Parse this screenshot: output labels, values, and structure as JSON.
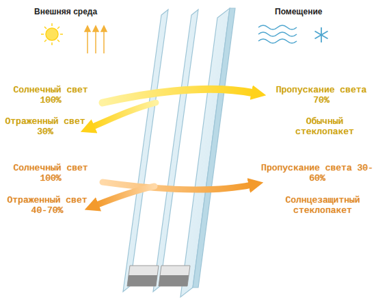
{
  "diagram": {
    "labels": [
      "Внешняя среда",
      "Помещение",
      "Солнечный свет 100%",
      "Отраженный свет 30%",
      "Пропускание света 70%",
      "Обычный стеклопакет",
      "Солнечный свет 100%",
      "Отраженный свет 40-70%",
      "Пропускание света 30-60%",
      "Солнцезащитный стеклопакет"
    ]
  }
}
